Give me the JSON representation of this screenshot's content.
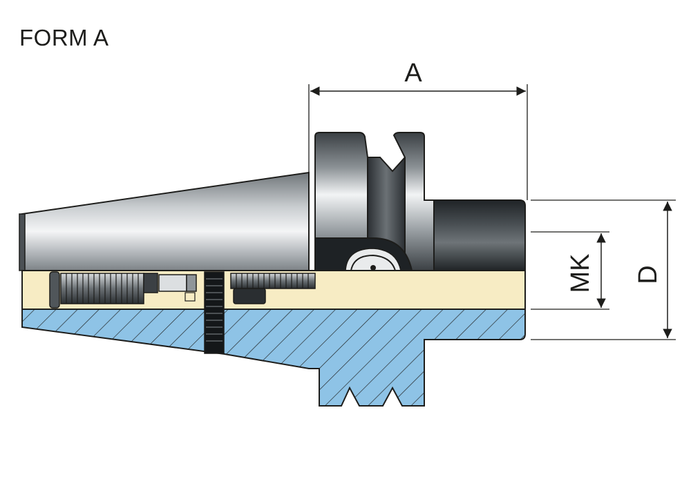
{
  "title": "FORM A",
  "dimensions": {
    "a": "A",
    "mk": "MK",
    "d": "D"
  },
  "colors": {
    "section_fill": "#8ec3e6",
    "bore_fill": "#f7ecc4",
    "steel_dark": "#2a2e31",
    "steel_mid": "#8f9599",
    "steel_light": "#e4e7e9",
    "outline": "#1d1d1b"
  }
}
